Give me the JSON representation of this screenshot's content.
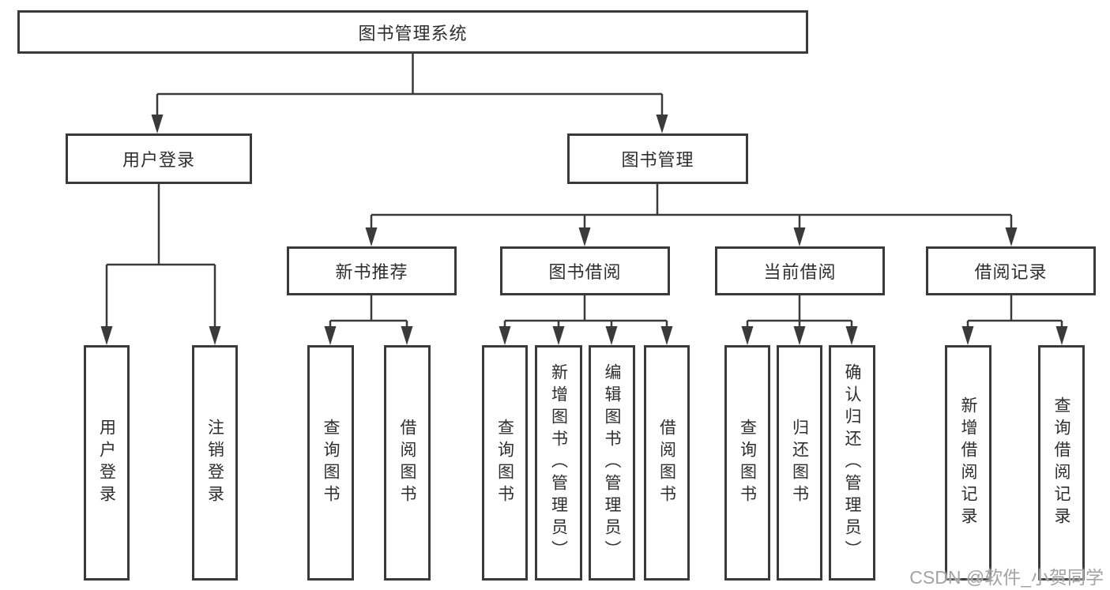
{
  "diagram": {
    "root_label": "图书管理系统",
    "level2": [
      "用户登录",
      "图书管理"
    ],
    "level3": [
      "新书推荐",
      "图书借阅",
      "当前借阅",
      "借阅记录"
    ],
    "leaves": {
      "user_login": [
        "用户登录",
        "注销登录"
      ],
      "new_book_recommend": [
        "查询图书",
        "借阅图书"
      ],
      "book_borrow": [
        "查询图书",
        "新增图书（管理员）",
        "编辑图书（管理员）",
        "借阅图书"
      ],
      "current_borrow": [
        "查询图书",
        "归还图书",
        "确认归还（管理员）"
      ],
      "borrow_record": [
        "新增借阅记录",
        "查询借阅记录"
      ]
    },
    "watermark": "CSDN @软件_小贺同学",
    "colors": {
      "line": "#3a3a3a",
      "box_border": "#3a3a3a",
      "text": "#2e2e2e",
      "watermark": "#a3a3a3",
      "background": "#ffffff"
    }
  }
}
